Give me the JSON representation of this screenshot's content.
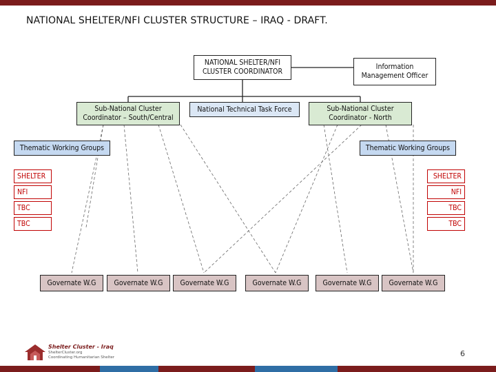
{
  "slide": {
    "title": "NATIONAL SHELTER/NFI CLUSTER STRUCTURE – IRAQ  -  DRAFT.",
    "page_number": "6"
  },
  "chart": {
    "coordinator": [
      "NATIONAL SHELTER/NFI",
      "CLUSTER COORDINATOR"
    ],
    "info_officer": [
      "Information",
      "Management Officer"
    ],
    "sub_south": [
      "Sub-National Cluster",
      "Coordinator – South/Central"
    ],
    "task_force": "National Technical Task Force",
    "sub_north": [
      "Sub-National Cluster",
      "Coordinator - North"
    ],
    "twg_left": "Thematic Working Groups",
    "twg_right": "Thematic Working Groups",
    "left_groups": [
      "SHELTER",
      "NFI",
      "TBC",
      "TBC"
    ],
    "right_groups": [
      "SHELTER",
      "NFI",
      "TBC",
      "TBC"
    ],
    "governates": [
      "Governate W.G",
      "Governate W.G",
      "Governate W.G",
      "Governate W.G",
      "Governate W.G",
      "Governate W.G"
    ]
  },
  "footer": {
    "logo_title": "Shelter Cluster - Iraq",
    "logo_sub1": "ShelterCluster.org",
    "logo_sub2": "Coordinating Humanitarian Shelter"
  },
  "colors": {
    "brand": "#7b1c1c",
    "green_box": "#d9ead3",
    "blue_box": "#c5d9f1",
    "governate_box": "#d8c4c4",
    "group_border": "#c00000"
  }
}
